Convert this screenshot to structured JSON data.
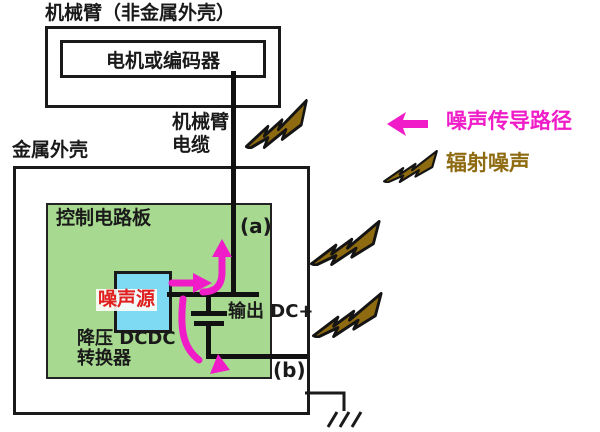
{
  "diagram": {
    "arm": {
      "title": "机械臂（非金属外壳）",
      "motor_label": "电机或编码器"
    },
    "cable": {
      "line1": "机械臂",
      "line2": "电缆"
    },
    "enclosure": {
      "label": "金属外壳"
    },
    "board": {
      "label": "控制电路板",
      "point_a": "(a)",
      "point_b": "(b)",
      "noise_source": "噪声源",
      "dcdc_line1": "降压 DCDC",
      "dcdc_line2": "转换器",
      "output": "输出 DC+"
    }
  },
  "legend": {
    "conduction_label": "噪声传导路径",
    "radiation_label": "辐射噪声"
  },
  "icons": {
    "radiation": "lightning-bolt-icon",
    "conduction": "arrow-left-icon",
    "ground": "ground-icon",
    "capacitor": "capacitor-symbol"
  },
  "colors": {
    "board_green": "#a7da90",
    "converter_cyan": "#7edaf2",
    "noise_magenta": "#ef1cc8",
    "radiation_gold": "#8e6a10",
    "noise_source_red": "#e01f1f",
    "wire_black": "#111111"
  }
}
